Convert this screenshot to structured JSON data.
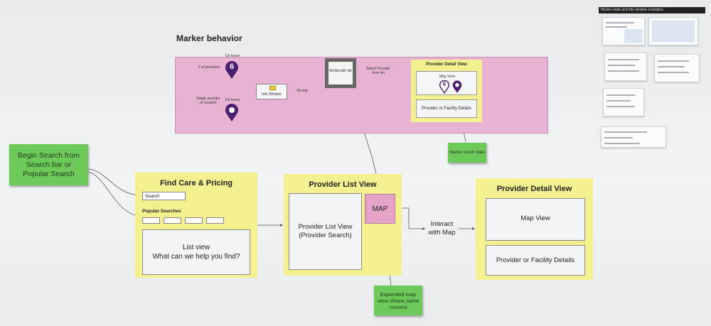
{
  "marker_behavior": {
    "title": "Marker behavior",
    "on_hover_1": "On hover",
    "on_hover_2": "On hover",
    "marker_count": "6",
    "num_providers": "# of providers",
    "single_provider": "Single provider or location",
    "info_window": "Info Window",
    "on_tap": "On-tap",
    "modal_with_list": "Modal with list",
    "select_provider": "Select Provider from list",
    "detail_frame_title": "Provider Detail View",
    "detail_map_view": "Map View",
    "detail_marker_count": "6",
    "detail_details": "Provider or Facility Details"
  },
  "stickies": {
    "marker_result": "Marker result state",
    "begin_search": "Begin Search from Search bar or Popular Search",
    "expanded_map": "Expanded map view shows same content"
  },
  "find_care": {
    "title": "Find Care & Pricing",
    "search_placeholder": "Search",
    "popular_searches": "Popular Searches",
    "list_view_line1": "List view",
    "list_view_line2": "What can we help you find?"
  },
  "provider_list": {
    "title": "Provider List View",
    "card_text": "Provider List View (Provider Search)",
    "map_label": "MAP"
  },
  "interact": "Interact with Map",
  "provider_detail": {
    "title": "Provider Detail View",
    "map_view": "Map View",
    "details": "Provider or Facility Details"
  },
  "examples": {
    "title": "Marker state and info window examples"
  },
  "colors": {
    "pink_area": "#e8b3d2",
    "frame_yellow": "#f2f08f",
    "sticky_green": "#6cc95a",
    "marker_purple": "#4b1f6f",
    "map_pink": "#e6a3c8"
  }
}
